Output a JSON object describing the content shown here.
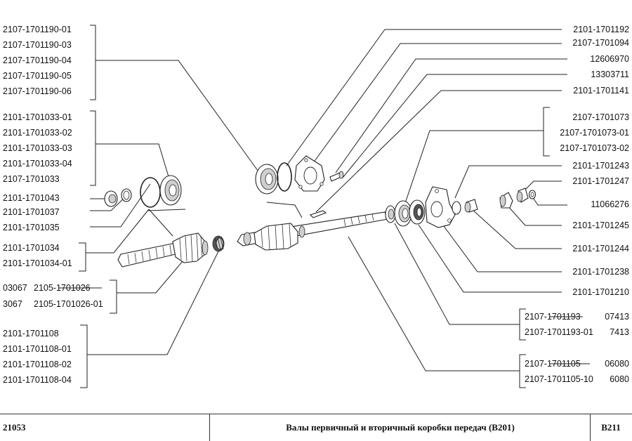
{
  "left_labels": {
    "group_input_bearing_outer": [
      "2107-1701190-01",
      "2107-1701190-03",
      "2107-1701190-04",
      "2107-1701190-05",
      "2107-1701190-06"
    ],
    "group_input_bearing": [
      "2101-1701033-01",
      "2101-1701033-02",
      "2101-1701033-03",
      "2101-1701033-04",
      "2107-1701033"
    ],
    "single_1": "2101-1701043",
    "single_2": "2101-1701037",
    "single_3": "2101-1701035",
    "group_input_shaft": [
      "2101-1701034",
      "2101-1701034-01"
    ],
    "group_roller": [
      {
        "code": "03067",
        "number": "2105-1701026",
        "struck": true
      },
      {
        "code": "3067",
        "number": "2105-1701026-01",
        "struck": false
      }
    ],
    "group_needle": [
      "2101-1701108",
      "2101-1701108-01",
      "2101-1701108-02",
      "2101-1701108-04"
    ]
  },
  "right_labels": {
    "top_list": [
      "2101-1701192",
      "2107-1701094",
      "12606970",
      "13303711",
      "2101-1701141"
    ],
    "group_flange": [
      "2107-1701073",
      "2107-1701073-01",
      "2107-1701073-02"
    ],
    "mid_list": [
      "2101-1701243",
      "2101-1701247",
      "11066276",
      "2101-1701245",
      "2101-1701244",
      "2101-1701238",
      "2101-1701210"
    ],
    "group_secondary_1": [
      {
        "number": "2107-1701193",
        "code": "07413",
        "struck": true
      },
      {
        "number": "2107-1701193-01",
        "code": "7413",
        "struck": false
      }
    ],
    "group_secondary_2": [
      {
        "number": "2107-1701105",
        "code": "06080",
        "struck": true
      },
      {
        "number": "2107-1701105-10",
        "code": "6080",
        "struck": false
      }
    ]
  },
  "footer": {
    "model": "21053",
    "title": "Валы первичный и вторичный коробки передач (В201)",
    "code": "В211"
  }
}
